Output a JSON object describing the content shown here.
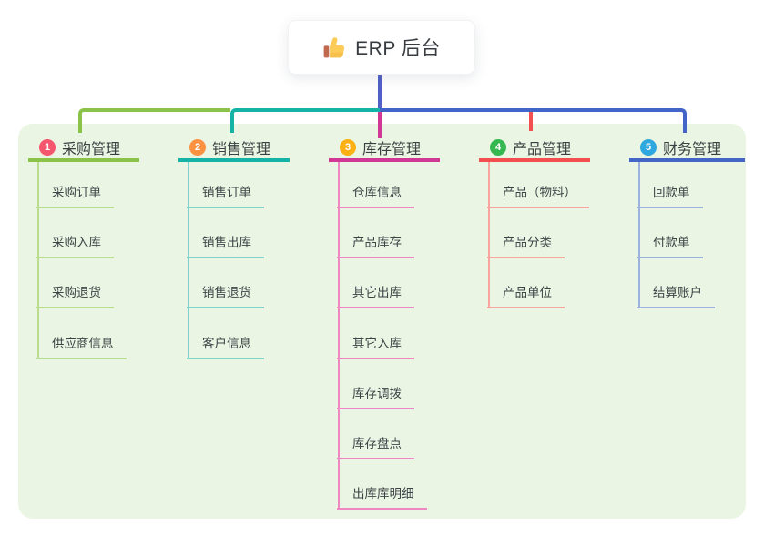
{
  "root": {
    "label": "ERP 后台",
    "icon": "thumbs-up",
    "trunk_color": "#5061c6"
  },
  "panel_color": "#eaf6e3",
  "branches": [
    {
      "index": "1",
      "title": "采购管理",
      "color": "#8bc34a",
      "light_color": "#b9dc8d",
      "badge_color": "#f4566d",
      "items": [
        "采购订单",
        "采购入库",
        "采购退货",
        "供应商信息"
      ]
    },
    {
      "index": "2",
      "title": "销售管理",
      "color": "#14b3a5",
      "light_color": "#7fd3c8",
      "badge_color": "#fb9242",
      "items": [
        "销售订单",
        "销售出库",
        "销售退货",
        "客户信息"
      ]
    },
    {
      "index": "3",
      "title": "库存管理",
      "color": "#d13896",
      "light_color": "#ef87c1",
      "badge_color": "#fcb014",
      "items": [
        "仓库信息",
        "产品库存",
        "其它出库",
        "其它入库",
        "库存调拨",
        "库存盘点",
        "出库库明细"
      ]
    },
    {
      "index": "4",
      "title": "产品管理",
      "color": "#f34f50",
      "light_color": "#f8a5a0",
      "badge_color": "#36b851",
      "items": [
        "产品（物料）",
        "产品分类",
        "产品单位"
      ]
    },
    {
      "index": "5",
      "title": "财务管理",
      "color": "#4365c8",
      "light_color": "#9db1de",
      "badge_color": "#2fa7df",
      "items": [
        "回款单",
        "付款单",
        "结算账户"
      ]
    }
  ]
}
